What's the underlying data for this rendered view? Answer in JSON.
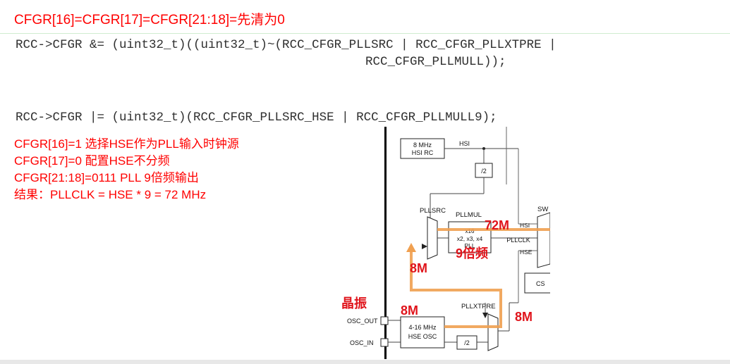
{
  "heading": "CFGR[16]=CFGR[17]=CFGR[21:18]=先清为0",
  "code": {
    "line1": "RCC->CFGR &= (uint32_t)((uint32_t)~(RCC_CFGR_PLLSRC | RCC_CFGR_PLLXTPRE |",
    "line2": "RCC_CFGR_PLLMULL));",
    "line3": "RCC->CFGR |= (uint32_t)(RCC_CFGR_PLLSRC_HSE | RCC_CFGR_PLLMULL9);"
  },
  "explain": [
    "CFGR[16]=1 选择HSE作为PLL输入时钟源",
    "CFGR[17]=0 配置HSE不分频",
    "CFGR[21:18]=0111  PLL 9倍频输出",
    "结果：PLLCLK = HSE * 9 = 72 MHz"
  ],
  "diagram": {
    "hsi_rc_line1": "8 MHz",
    "hsi_rc_line2": "HSI RC",
    "hsi": "HSI",
    "div2_top": "/2",
    "pllsrc": "PLLSRC",
    "pllmul": "PLLMUL",
    "x16": "x16",
    "mul_range": "x2, x3, x4",
    "pll": "PLL",
    "sw": "SW",
    "mux_hsi": "HSI",
    "pllclk": "PLLCLK",
    "mux_hse": "HSE",
    "cs": "CS",
    "pllxtpre": "PLLXTPRE",
    "osc_out": "OSC_OUT",
    "osc_in": "OSC_IN",
    "hse_osc_line1": "4-16 MHz",
    "hse_osc_line2": "HSE OSC",
    "div2_bottom": "/2",
    "ann_72m": "72M",
    "ann_9x": "9倍频",
    "ann_8m_left": "8M",
    "ann_jingzhen": "晶振",
    "ann_8m_mid": "8M",
    "ann_8m_right": "8M"
  },
  "colors": {
    "text_red": "#ff0000",
    "annotation_red": "#e0141b",
    "arrow_orange": "#f0a050",
    "code_text": "#303030"
  }
}
